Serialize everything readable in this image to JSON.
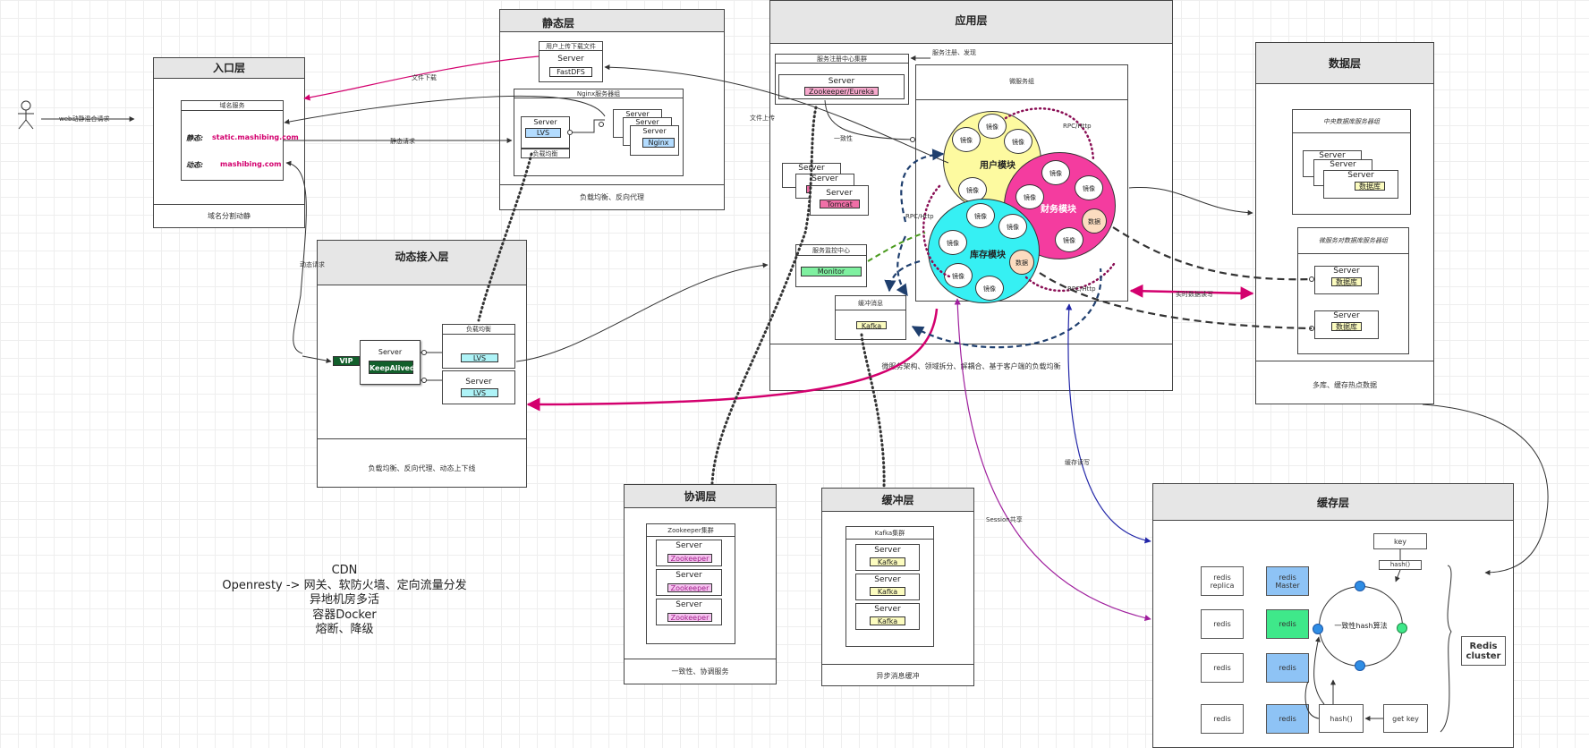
{
  "actor": {
    "request_label": "web动静混合请求"
  },
  "entry": {
    "title": "入口层",
    "inner_title": "域名服务",
    "static_label": "静态:",
    "static_domain": "static.mashibing.com",
    "dynamic_label": "动态:",
    "dynamic_domain": "mashibing.com",
    "footer": "域名分割动静"
  },
  "static_layer": {
    "title": "静态层",
    "upload_title": "用户上传下载文件",
    "server": "Server",
    "fastdfs": "FastDFS",
    "nginx_group": "Nginx服务器组",
    "lvs_server": "Server",
    "lvs": "LVS",
    "lb_caption": "负载均衡",
    "nginx_servers": [
      "Server",
      "Server",
      "Server"
    ],
    "nginx": "Nginx",
    "footer": "负载均衡、反向代理"
  },
  "access_layer": {
    "title": "动态接入层",
    "vip": "VIP",
    "ka_server": "Server",
    "keepalived": "KeepAlived",
    "lb_caption": "负载均衡",
    "lvs1": "LVS",
    "server2": "Server",
    "lvs2": "LVS",
    "footer": "负载均衡、反向代理、动态上下线"
  },
  "app_layer": {
    "title": "应用层",
    "registry_title": "服务注册中心集群",
    "registry_server": "Server",
    "registry_tag": "Zookeeper/Eureka",
    "micro_group": "微服务组",
    "tomcat_servers": [
      "Server",
      "Server",
      "Server"
    ],
    "tomcat": "Tomcat",
    "monitor_title": "服务监控中心",
    "monitor": "Monitor",
    "buffer_title": "缓冲消息",
    "kafka": "Kafka",
    "user_module": "用户模块",
    "finance_module": "财务模块",
    "stock_module": "库存模块",
    "mirror": "镜像",
    "data": "数据",
    "footer": "微服务架构、领域拆分、解耦合、基于客户端的负载均衡"
  },
  "data_layer": {
    "title": "数据层",
    "central_group": "中央数据库服务器组",
    "servers": [
      "Server",
      "Server",
      "Server"
    ],
    "db": "数据库",
    "micro_db_group": "微服务对数据库服务器组",
    "footer": "多库、缓存热点数据"
  },
  "coord_layer": {
    "title": "协调层",
    "cluster": "Zookeeper集群",
    "servers": [
      "Server",
      "Server",
      "Server"
    ],
    "zk": "Zookeeper",
    "footer": "一致性、协调服务"
  },
  "buffer_layer": {
    "title": "缓冲层",
    "cluster": "Kafka集群",
    "servers": [
      "Server",
      "Server",
      "Server"
    ],
    "kafka": "Kafka",
    "footer": "异步消息缓冲"
  },
  "cache_layer": {
    "title": "缓存层",
    "key": "key",
    "hash_top": "hash()",
    "hash_ring": "一致性hash算法",
    "hash_bottom": "hash()",
    "get_key": "get key",
    "replica": "redis replica",
    "master": "redis Master",
    "redis": "redis",
    "cluster": "Redis cluster"
  },
  "edge_labels": {
    "file_download": "文件下载",
    "static_request": "静态请求",
    "dynamic_request": "动态请求",
    "file_upload": "文件上传",
    "register_discover": "服务注册、发现",
    "consistency": "一致性",
    "rpc1": "RPC/Http",
    "rpc2": "RPC/Http",
    "rpc3": "RPC/Http",
    "realtime_rw": "实时数据读写",
    "cache_rw": "缓存读写",
    "session_share": "Session共享"
  },
  "notes": [
    "CDN",
    "Openresty -> 网关、软防火墙、定向流量分发",
    "异地机房多活",
    "容器Docker",
    "熔断、降级"
  ],
  "colors": {
    "registry_pink": "#f7a8cc",
    "tomcat_pink": "#f06fa7",
    "blue_tag": "#b3dcff",
    "cyan_tag": "#aef3f7",
    "monitor_green": "#7ff0a0",
    "kafka_yellow": "#fcfcbf",
    "zk_pink": "#f6c3f0",
    "user_yellow": "#fdfaa0",
    "finance_pink": "#f43c9f",
    "stock_cyan": "#36f0f3",
    "redis_blue": "#8ec3f5",
    "redis_green": "#3fe88a",
    "domain_pink": "#d3006e",
    "keepalived_green": "#125f2b"
  }
}
